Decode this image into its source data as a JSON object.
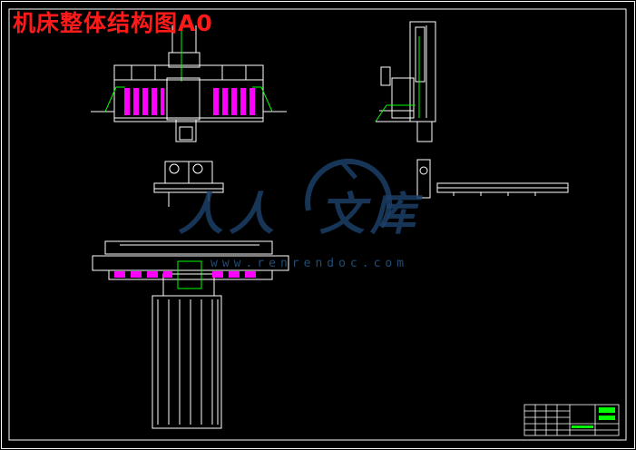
{
  "drawing": {
    "title": "机床整体结构图A0",
    "watermark_text_left": "人人",
    "watermark_text_right": "文库",
    "watermark_url": "www.renrendoc.com"
  },
  "colors": {
    "background": "#000000",
    "line": "#ffffff",
    "title": "#ff1a1a",
    "highlight": "#ff00ff",
    "accent": "#00ff00",
    "watermark": "#1c3f66"
  },
  "title_block": {
    "row_count": 5,
    "has_green_stamp": true
  }
}
